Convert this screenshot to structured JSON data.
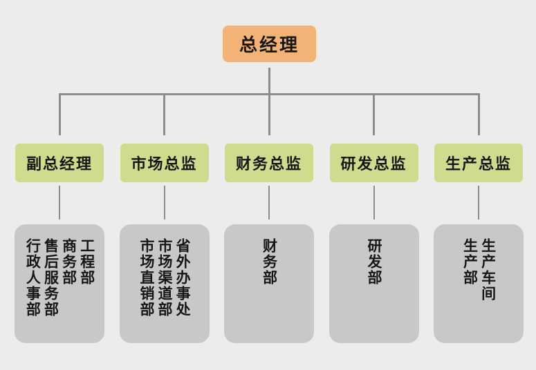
{
  "colors": {
    "background": "#edecea",
    "root_box": "#f3b376",
    "manager_box": "#cddc8d",
    "department_box": "#c9c8c6",
    "connector_line": "#8c8c8c",
    "text": "#161616"
  },
  "org": {
    "root": {
      "label": "总经理"
    },
    "branches": [
      {
        "manager": "副总经理",
        "departments": [
          "工程部",
          "商务部",
          "售后服务部",
          "行政人事部"
        ]
      },
      {
        "manager": "市场总监",
        "departments": [
          "省外办事处",
          "市场渠道部",
          "市场直销部"
        ]
      },
      {
        "manager": "财务总监",
        "departments": [
          "财务部"
        ]
      },
      {
        "manager": "研发总监",
        "departments": [
          "研发部"
        ]
      },
      {
        "manager": "生产总监",
        "departments": [
          "生产车间",
          "生产部"
        ]
      }
    ]
  }
}
